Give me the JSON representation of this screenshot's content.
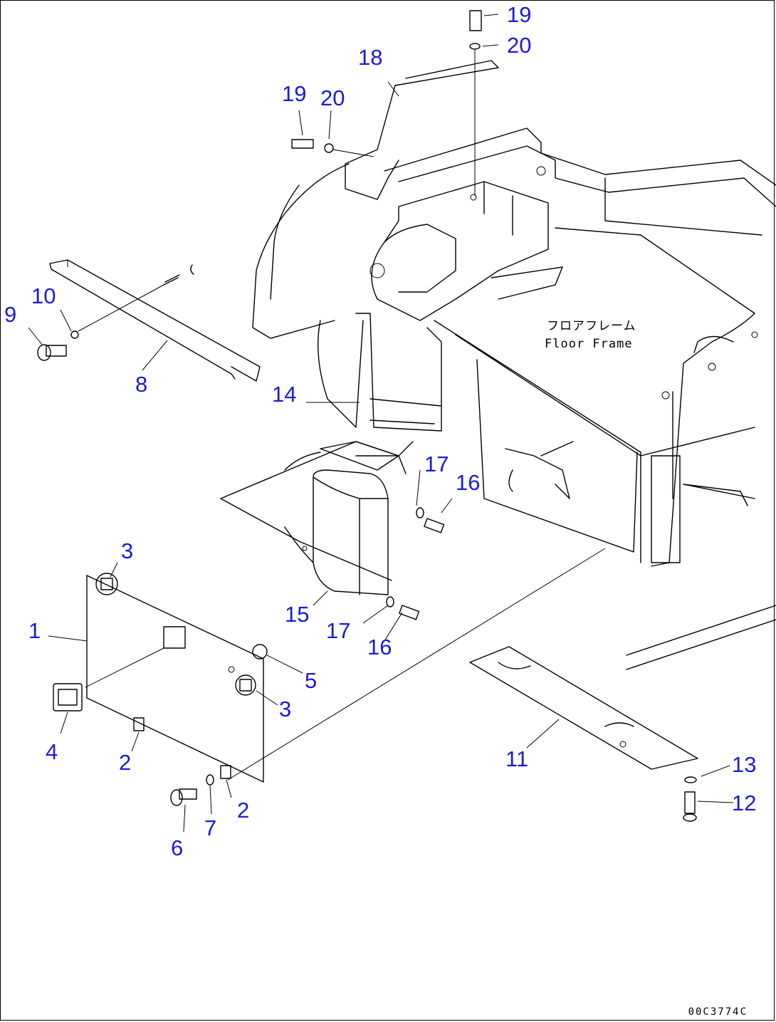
{
  "callouts": {
    "c1": "1",
    "c2a": "2",
    "c2b": "2",
    "c3a": "3",
    "c3b": "3",
    "c4": "4",
    "c5": "5",
    "c6": "6",
    "c7": "7",
    "c8": "8",
    "c9": "9",
    "c10": "10",
    "c11": "11",
    "c12": "12",
    "c13": "13",
    "c14": "14",
    "c15": "15",
    "c16a": "16",
    "c16b": "16",
    "c17a": "17",
    "c17b": "17",
    "c18": "18",
    "c19a": "19",
    "c19b": "19",
    "c20a": "20",
    "c20b": "20"
  },
  "floor_frame": {
    "jp": "フロアフレーム",
    "en": "Floor Frame"
  },
  "drawing_code": "00C3774C"
}
